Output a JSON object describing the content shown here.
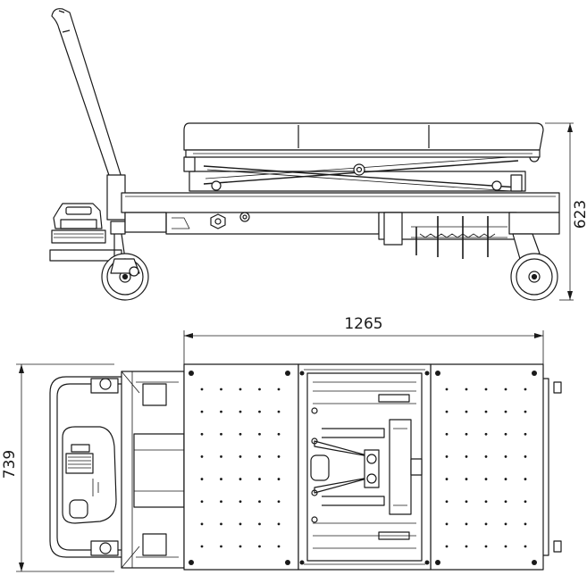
{
  "dimensions": {
    "height": "623",
    "length": "1265",
    "width": "739"
  },
  "colors": {
    "line": "#1a1a1a",
    "fill": "#ffffff",
    "shade": "#d9d9d9"
  }
}
